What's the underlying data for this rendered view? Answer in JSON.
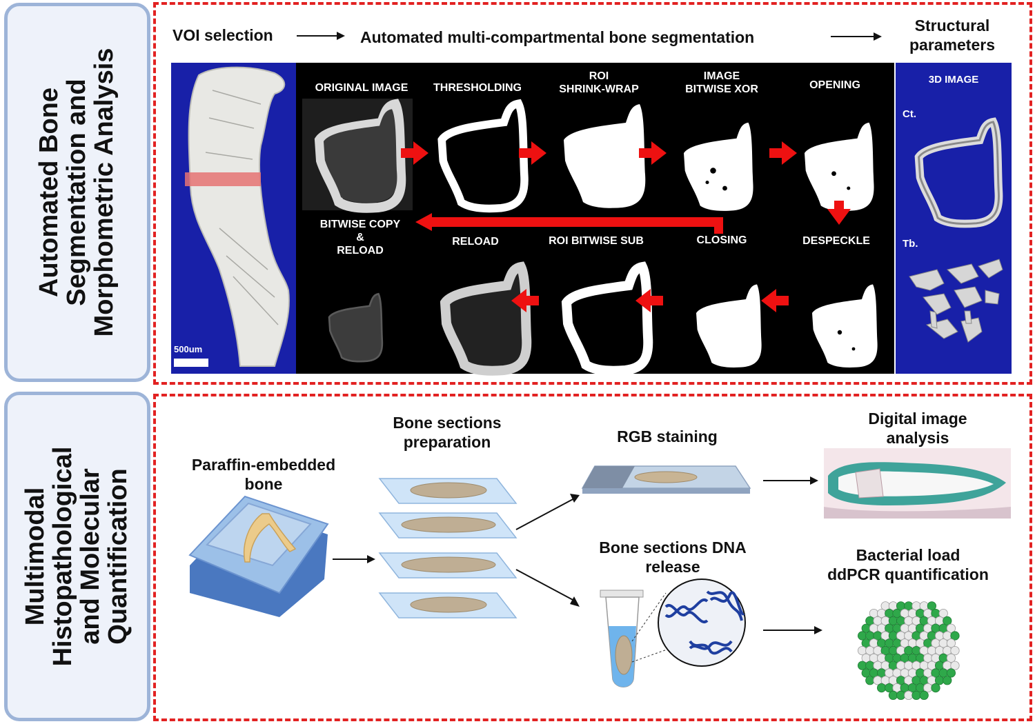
{
  "panels": {
    "top_side_label": [
      "Automated Bone",
      "Segmentation and",
      "Morphometric Analysis"
    ],
    "bottom_side_label": [
      "Multimodal",
      "Histopathological",
      "and Molecular",
      "Quantification"
    ]
  },
  "top": {
    "voi_label": "VOI selection",
    "segmentation_label": "Automated multi-compartmental bone segmentation",
    "structural_label": [
      "Structural",
      "parameters"
    ],
    "scale_bar": "500um",
    "steps_row1": [
      [
        "ORIGINAL IMAGE"
      ],
      [
        "THRESHOLDING"
      ],
      [
        "ROI",
        "SHRINK-WRAP"
      ],
      [
        "IMAGE",
        "BITWISE XOR"
      ],
      [
        "OPENING"
      ]
    ],
    "steps_row2": [
      [
        "BITWISE COPY",
        "&",
        "RELOAD"
      ],
      [
        "RELOAD"
      ],
      [
        "ROI BITWISE SUB"
      ],
      [
        "CLOSING"
      ],
      [
        "DESPECKLE"
      ]
    ],
    "right_panel": {
      "title": "3D IMAGE",
      "ct": "Ct.",
      "tb": "Tb."
    }
  },
  "bottom": {
    "paraffin": [
      "Paraffin-embedded",
      "bone"
    ],
    "sections": [
      "Bone sections",
      "preparation"
    ],
    "rgb": "RGB staining",
    "digital": [
      "Digital image",
      "analysis"
    ],
    "dna": [
      "Bone sections DNA",
      "release"
    ],
    "bacterial": [
      "Bacterial load",
      "ddPCR quantification"
    ]
  },
  "colors": {
    "dash_red": "#e22222",
    "panel_blue": "#1820a8",
    "side_border": "#9db4d8",
    "arrow_red": "#ee1111"
  }
}
